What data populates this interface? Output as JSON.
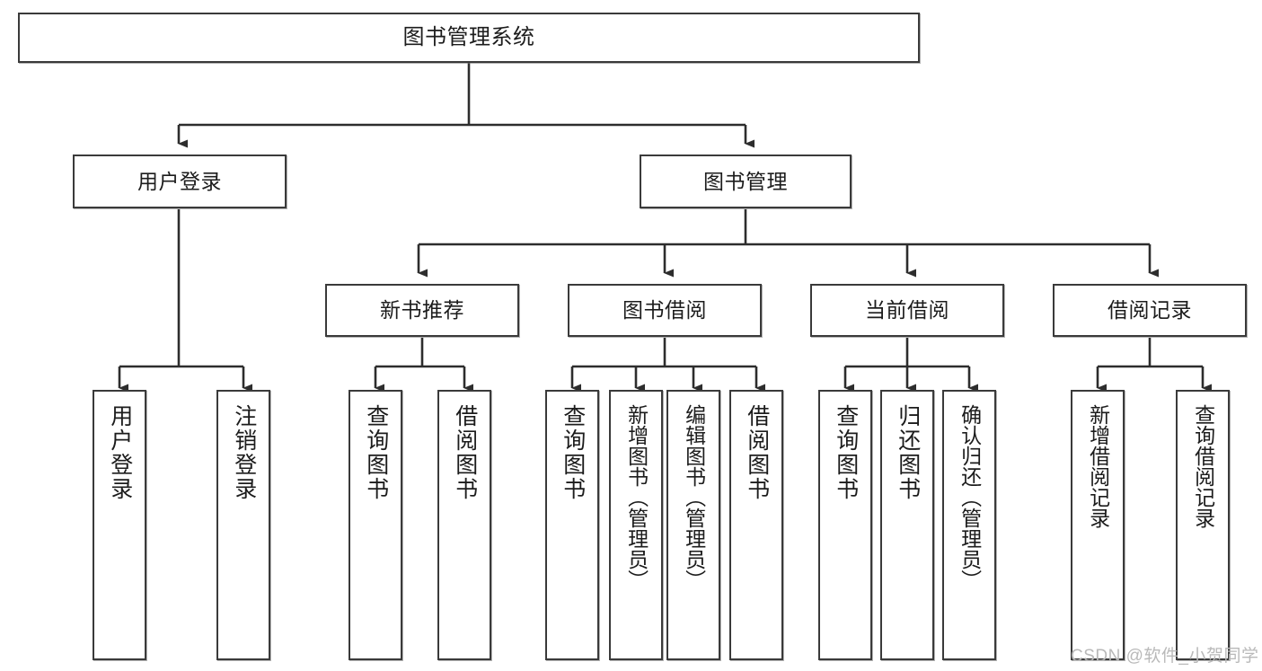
{
  "diagram": {
    "title": "图书管理系统",
    "type": "tree",
    "watermark": "CSDN @软件_小贺同学",
    "colors": {
      "box_border": "#3a3a3a",
      "box_fill": "#ffffff",
      "edge": "#2d2d2d",
      "text": "#1c1c1c",
      "watermark": "#b9b9b9"
    },
    "nodes": {
      "root": {
        "label": "图书管理系统"
      },
      "level2": [
        {
          "id": "user-login",
          "label": "用户登录"
        },
        {
          "id": "book-manage",
          "label": "图书管理"
        }
      ],
      "level3": [
        {
          "id": "new-book-recommend",
          "label": "新书推荐"
        },
        {
          "id": "book-borrow",
          "label": "图书借阅"
        },
        {
          "id": "current-borrow",
          "label": "当前借阅"
        },
        {
          "id": "borrow-record",
          "label": "借阅记录"
        }
      ],
      "leaves": {
        "user_login": [
          {
            "id": "leaf-user-login",
            "label": "用户登录"
          },
          {
            "id": "leaf-logout-login",
            "label": "注销登录"
          }
        ],
        "new_book_recommend": [
          {
            "id": "leaf-query-book-1",
            "label": "查询图书"
          },
          {
            "id": "leaf-borrow-book-1",
            "label": "借阅图书"
          }
        ],
        "book_borrow": [
          {
            "id": "leaf-query-book-2",
            "label": "查询图书"
          },
          {
            "id": "leaf-add-book",
            "label": "新增图书（管理员）"
          },
          {
            "id": "leaf-edit-book",
            "label": "编辑图书（管理员）"
          },
          {
            "id": "leaf-borrow-book-2",
            "label": "借阅图书"
          }
        ],
        "current_borrow": [
          {
            "id": "leaf-query-book-3",
            "label": "查询图书"
          },
          {
            "id": "leaf-return-book",
            "label": "归还图书"
          },
          {
            "id": "leaf-confirm-return",
            "label": "确认归还（管理员）"
          }
        ],
        "borrow_record": [
          {
            "id": "leaf-add-record",
            "label": "新增借阅记录"
          },
          {
            "id": "leaf-query-record",
            "label": "查询借阅记录"
          }
        ]
      }
    }
  }
}
